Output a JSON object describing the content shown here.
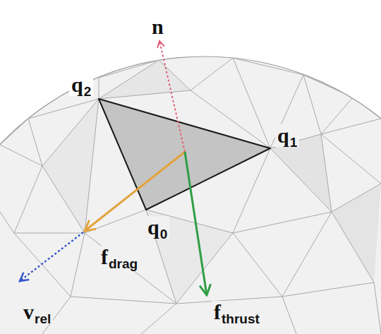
{
  "diagram": {
    "labels": [
      "n",
      "q2",
      "q1",
      "q0",
      "fdrag",
      "vrel",
      "fthrust"
    ]
  }
}
